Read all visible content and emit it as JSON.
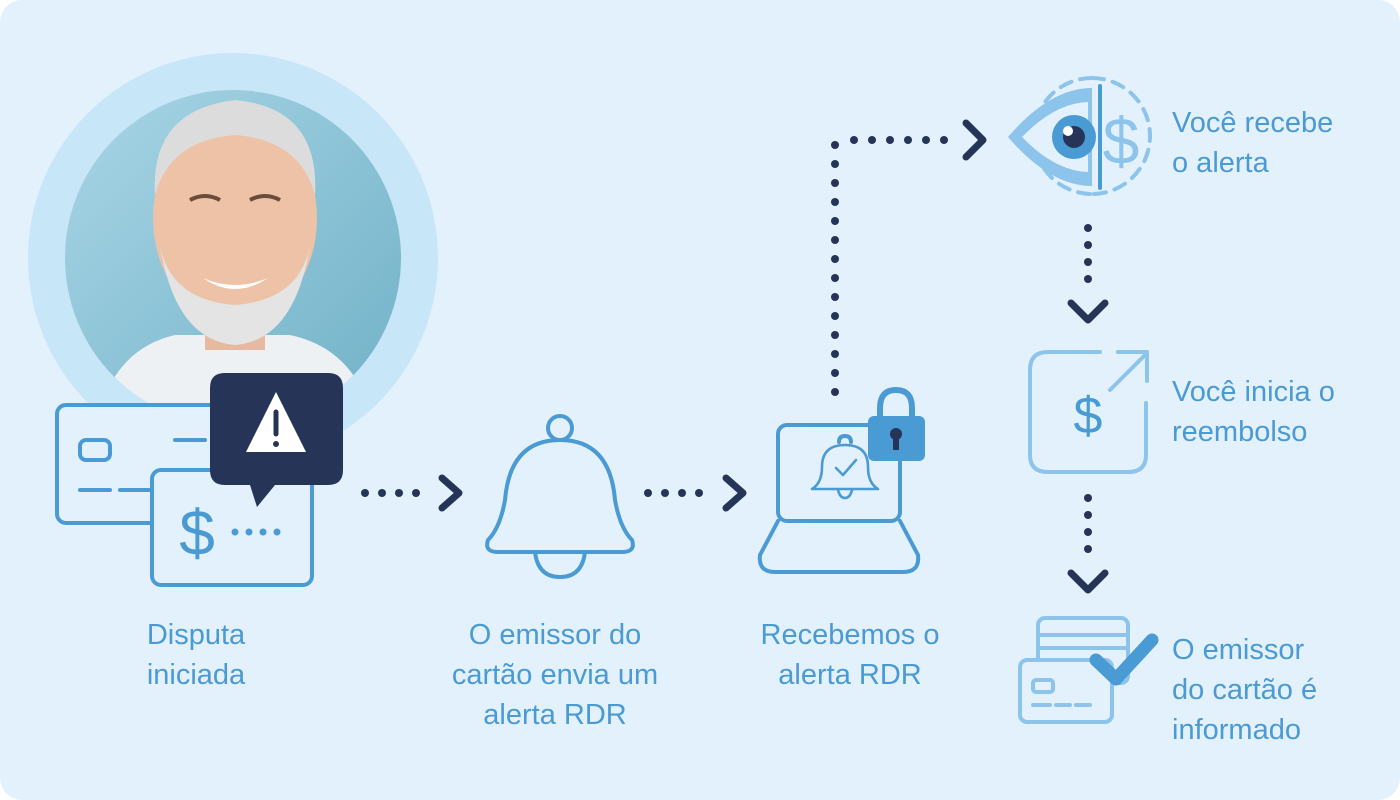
{
  "colors": {
    "background": "#e3f1fd",
    "primary": "#4a9ad4",
    "light": "#8cc4ec",
    "dark": "#253457",
    "photo_ring": "#c7e6f8"
  },
  "steps": [
    {
      "label": "Disputa\niniciada",
      "icon": "dispute-cards-alert-icon"
    },
    {
      "label": "O emissor do\ncartão envia um\nalerta RDR",
      "icon": "bell-icon"
    },
    {
      "label": "Recebemos o\nalerta RDR",
      "icon": "laptop-lock-icon"
    },
    {
      "label": "Você recebe\no alerta",
      "icon": "eye-dollar-icon"
    },
    {
      "label": "Você inicia o\nreembolso",
      "icon": "refund-icon"
    },
    {
      "label": "O emissor\ndo cartão é\ninformado",
      "icon": "cards-check-icon"
    }
  ]
}
